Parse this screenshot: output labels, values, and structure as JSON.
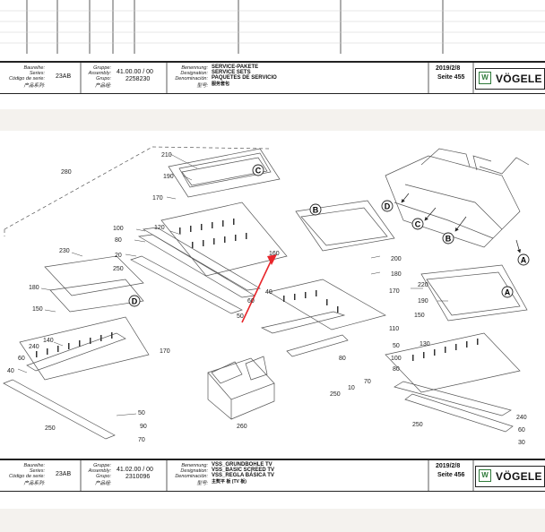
{
  "sheet_top": {
    "series_label": "Baureihe:",
    "series_label2": "Series:",
    "series_label3": "Código de serie:",
    "series_label4": "产品系列:",
    "series_value": "23AB",
    "assembly_label": "Gruppe:",
    "assembly_label2": "Assembly:",
    "assembly_label3": "Grupo:",
    "assembly_label4": "产品组:",
    "assembly_value": "41.00.00 / 00",
    "assembly_number": "2258230",
    "designation_label": "Benennung:",
    "designation_label2": "Designation:",
    "designation_label3": "Denominación:",
    "designation_label4": "型号:",
    "designation_de": "SERVICE-PAKETE",
    "designation_en": "SERVICE SETS",
    "designation_es": "PAQUETES DE SERVICIO",
    "designation_cn": "服务套包",
    "date": "2019/2/8",
    "page": "Seite 455",
    "logo": "VÖGELE"
  },
  "sheet_bottom": {
    "series_label": "Baureihe:",
    "series_label2": "Series:",
    "series_label3": "Código de serie:",
    "series_label4": "产品系列:",
    "series_value": "23AB",
    "assembly_label": "Gruppe:",
    "assembly_label2": "Assembly:",
    "assembly_label3": "Grupo:",
    "assembly_label4": "产品组:",
    "assembly_value": "41.02.00 / 00",
    "assembly_number": "2310096",
    "designation_label": "Benennung:",
    "designation_label2": "Designation:",
    "designation_label3": "Denominación:",
    "designation_label4": "型号:",
    "designation_de": "VSS_GRUNDBOHLE TV",
    "designation_en": "VSS_BASIC SCREED TV",
    "designation_es": "VSS_REGLA BÁSICA TV",
    "designation_cn": "主熨平 板 (TV 板)",
    "date": "2019/2/8",
    "page": "Seite 456",
    "logo": "VÖGELE"
  },
  "drawing": {
    "callouts": [
      {
        "id": "c280",
        "text": "280"
      },
      {
        "id": "c210",
        "text": "210"
      },
      {
        "id": "c190a",
        "text": "190"
      },
      {
        "id": "c170a",
        "text": "170"
      },
      {
        "id": "c100a",
        "text": "100"
      },
      {
        "id": "c80a",
        "text": "80"
      },
      {
        "id": "c120",
        "text": "120"
      },
      {
        "id": "c20",
        "text": "20"
      },
      {
        "id": "c250a",
        "text": "250"
      },
      {
        "id": "c160",
        "text": "160"
      },
      {
        "id": "c200",
        "text": "200"
      },
      {
        "id": "c180a",
        "text": "180"
      },
      {
        "id": "c170b",
        "text": "170"
      },
      {
        "id": "c40a",
        "text": "40"
      },
      {
        "id": "c60a",
        "text": "60"
      },
      {
        "id": "c50a",
        "text": "50"
      },
      {
        "id": "c110",
        "text": "110"
      },
      {
        "id": "c230",
        "text": "230"
      },
      {
        "id": "c180b",
        "text": "180"
      },
      {
        "id": "c150a",
        "text": "150"
      },
      {
        "id": "c140",
        "text": "140"
      },
      {
        "id": "c240a",
        "text": "240"
      },
      {
        "id": "c60b",
        "text": "60"
      },
      {
        "id": "c40b",
        "text": "40"
      },
      {
        "id": "c170c",
        "text": "170"
      },
      {
        "id": "c250b",
        "text": "250"
      },
      {
        "id": "c50b",
        "text": "50"
      },
      {
        "id": "c90",
        "text": "90"
      },
      {
        "id": "c70a",
        "text": "70"
      },
      {
        "id": "c260",
        "text": "260"
      },
      {
        "id": "c80b",
        "text": "80"
      },
      {
        "id": "c70b",
        "text": "70"
      },
      {
        "id": "c10",
        "text": "10"
      },
      {
        "id": "c250c",
        "text": "250"
      },
      {
        "id": "c220",
        "text": "220"
      },
      {
        "id": "c190b",
        "text": "190"
      },
      {
        "id": "c150b",
        "text": "150"
      },
      {
        "id": "c130",
        "text": "130"
      },
      {
        "id": "c50c",
        "text": "50"
      },
      {
        "id": "c100b",
        "text": "100"
      },
      {
        "id": "c80c",
        "text": "80"
      },
      {
        "id": "c240b",
        "text": "240"
      },
      {
        "id": "c250d",
        "text": "250"
      },
      {
        "id": "c60c",
        "text": "60"
      },
      {
        "id": "c30",
        "text": "30"
      }
    ],
    "section_markers": {
      "A": "A",
      "B": "B",
      "C": "C",
      "D": "D"
    },
    "colors": {
      "line": "#444444",
      "arrow": "#e8262b",
      "logo_green": "#2f7a3a"
    }
  }
}
